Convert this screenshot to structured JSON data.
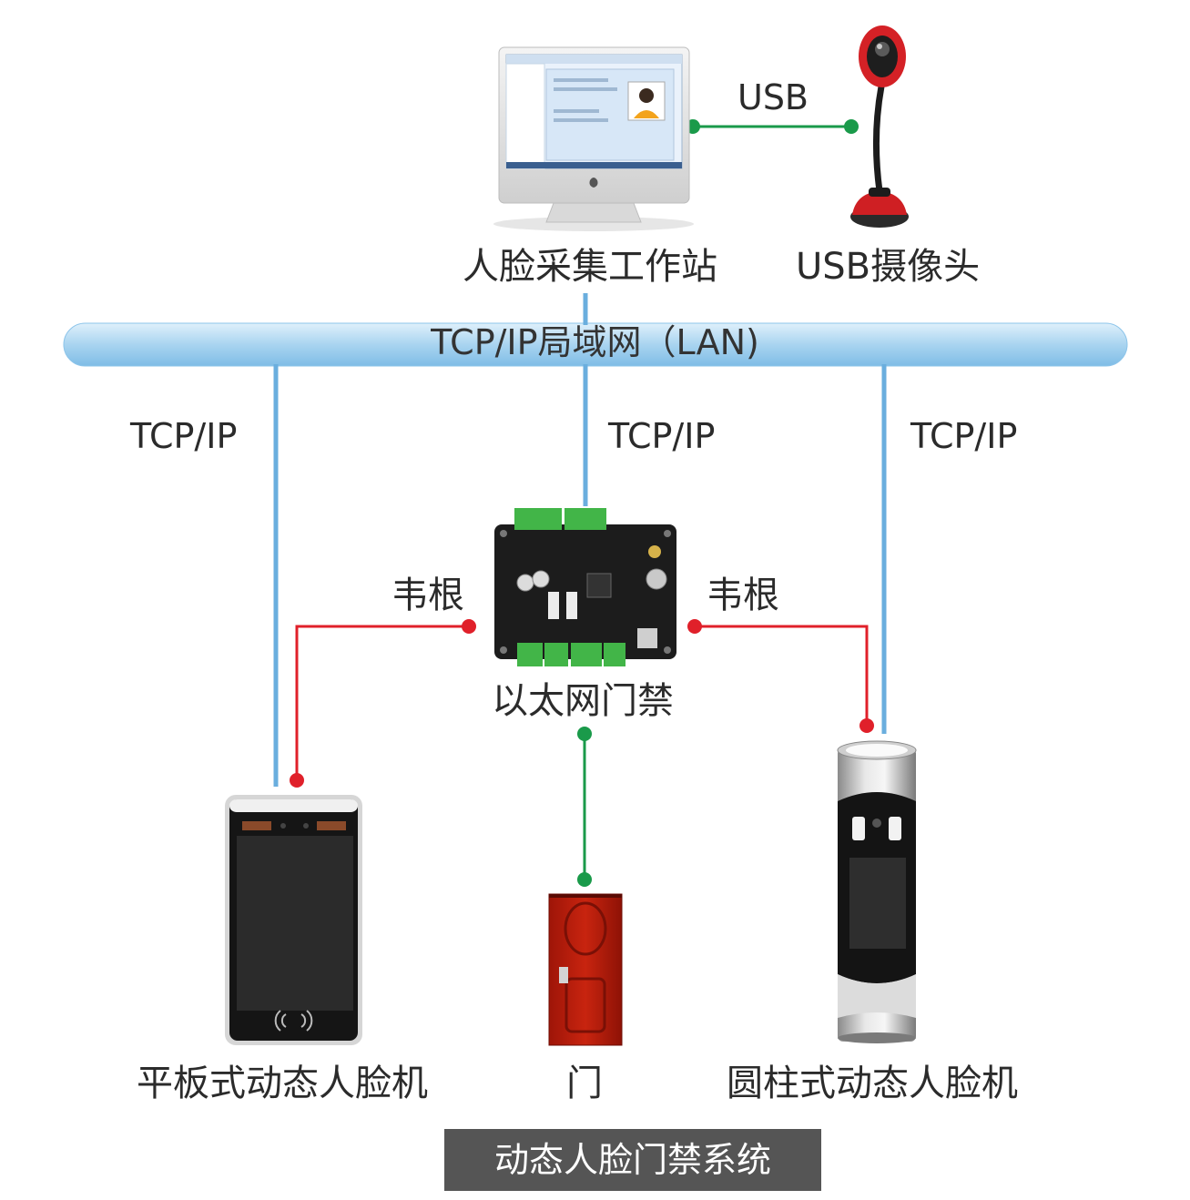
{
  "network": {
    "lan_label": "TCP/IP局域网（LAN)"
  },
  "links": {
    "usb": "USB",
    "tcpip_left": "TCP/IP",
    "tcpip_center": "TCP/IP",
    "tcpip_right": "TCP/IP",
    "wiegand_left": "韦根",
    "wiegand_right": "韦根"
  },
  "devices": {
    "workstation": "人脸采集工作站",
    "usb_camera": "USB摄像头",
    "controller": "以太网门禁",
    "tablet_terminal": "平板式动态人脸机",
    "door": "门",
    "pillar_terminal": "圆柱式动态人脸机"
  },
  "footer": {
    "title": "动态人脸门禁系统"
  },
  "colors": {
    "lan_line": "#6aaede",
    "usb_line": "#1a9a4a",
    "wiegand_line": "#e0202a",
    "door_line": "#1a9a4a",
    "footer_bg": "#555555"
  }
}
